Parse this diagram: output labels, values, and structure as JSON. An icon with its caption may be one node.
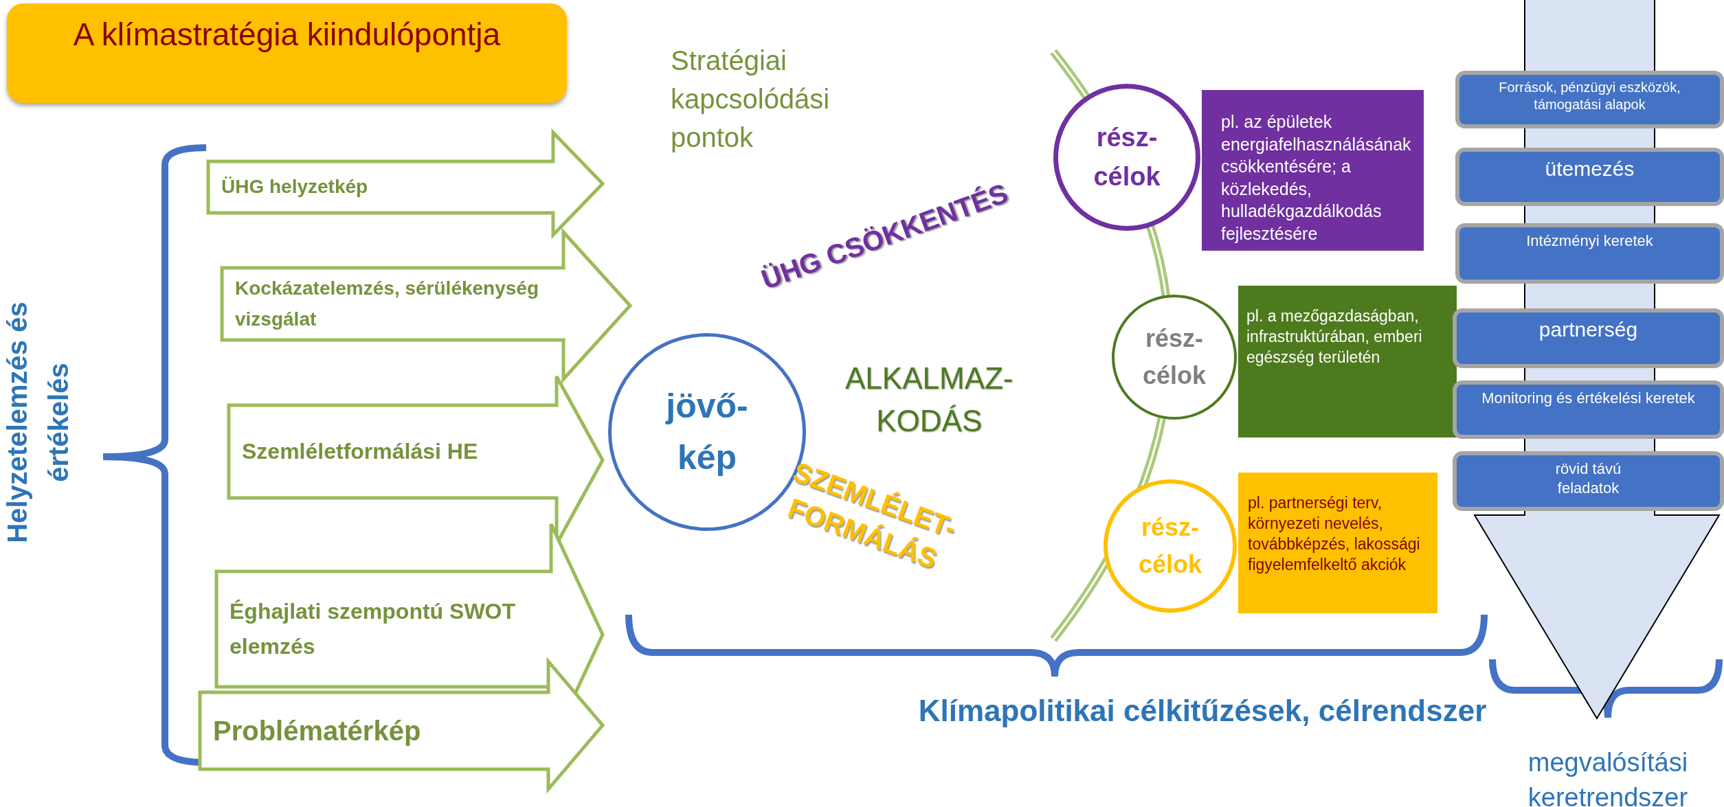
{
  "diagram": {
    "nodes": [
      {
        "text": [
          "A klímastratégia kiindulópontja"
        ]
      },
      {
        "text": [
          "ÜHG helyzetkép"
        ]
      },
      {
        "text": [
          "Kockázatelemzés, sérülékenység vizsgálat"
        ]
      },
      {
        "text": [
          "Szemléletformálási HE"
        ]
      },
      {
        "text": [
          "Éghajlati szempontú SWOT elemzés"
        ]
      },
      {
        "text": [
          "Problématérkép"
        ]
      },
      {
        "text": [
          "jövő- kép"
        ]
      },
      {
        "text": [
          "rész- célok"
        ]
      },
      {
        "text": [
          "pl. az épületek energiafelhasználásának csökkentésére; a közlekedés, hulladékgazdálkodás fejlesztésére"
        ]
      },
      {
        "text": [
          "rész- célok"
        ]
      },
      {
        "text": [
          "pl. a mezőgazdaságban, infrastruktúrában, emberi egészség területén"
        ]
      },
      {
        "text": [
          "rész- célok"
        ]
      },
      {
        "text": [
          "pl. partnerségi terv, környezeti nevelés, továbbképzés, lakossági figyelemfelkeltő akciók"
        ]
      },
      {
        "text": [],
        "shape": "arrow"
      },
      {
        "text": [
          "Források, pénzügyi eszközök, támogatási alapok"
        ]
      },
      {
        "text": [
          "ütemezés"
        ]
      },
      {
        "text": [
          "Intézményi keretek"
        ]
      },
      {
        "text": [
          "partnerség"
        ]
      },
      {
        "text": [
          "Monitoring és értékelési keretek"
        ]
      },
      {
        "text": [
          "rövid távú feladatok"
        ]
      }
    ],
    "labels": [
      "Stratégiai kapcsolódási pontok",
      "Helyzetelemzés és értékelés",
      "ÜHG CSÖKKENTÉS",
      "ALKALMAZ- KODÁS",
      "SZEMLÉLET- FORMÁLÁS",
      "Klímapolitikai célkitűzések, célrendszer",
      "megvalósítási keretrendszer"
    ]
  }
}
